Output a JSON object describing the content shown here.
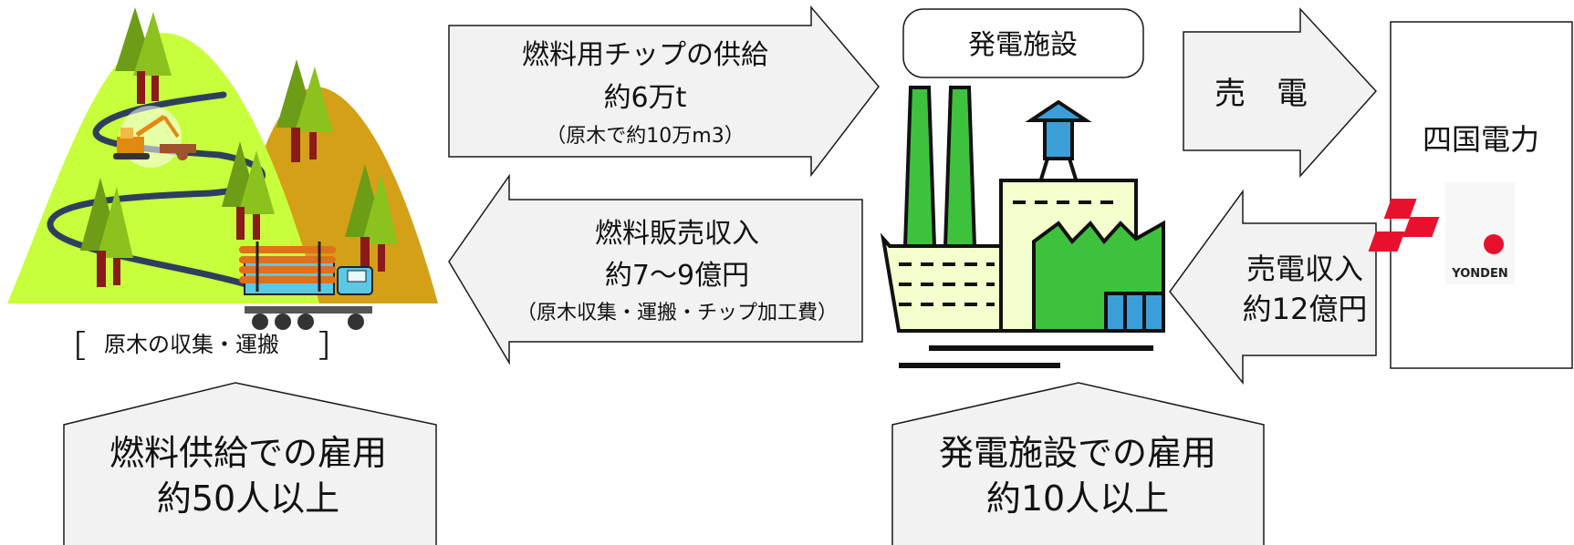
{
  "forest": {
    "label": "原木の収集・運搬",
    "bracket_left": "［",
    "bracket_right": "］"
  },
  "supply_arrow": {
    "line1": "燃料用チップの供給",
    "line2": "約6万t",
    "line3": "（原木で約10万m3）"
  },
  "revenue_arrow": {
    "line1": "燃料販売収入",
    "line2": "約7～9億円",
    "line3": "（原木収集・運搬・チップ加工費）"
  },
  "plant": {
    "label": "発電施設"
  },
  "sell_arrow": {
    "label": "売　電"
  },
  "income_arrow": {
    "line1": "売電収入",
    "line2": "約12億円"
  },
  "utility": {
    "name": "四国電力",
    "logo_text": "YONDEN"
  },
  "employment_fuel": {
    "line1": "燃料供給での雇用",
    "line2": "約50人以上"
  },
  "employment_plant": {
    "line1": "発電施設での雇用",
    "line2": "約10人以上"
  },
  "colors": {
    "box_fill": "#f2f2f2",
    "outline": "#1a1a1a",
    "light_hill": "#c8ff3c",
    "dark_hill": "#d4a017",
    "tree_green": "#7cae1d",
    "trunk": "#8b1a1a",
    "road": "#2e3f5e",
    "plant_green": "#3ec23e",
    "plant_cream": "#f3ffcc",
    "window_blue": "#3b9ed8",
    "logo_red": "#e8112d"
  }
}
